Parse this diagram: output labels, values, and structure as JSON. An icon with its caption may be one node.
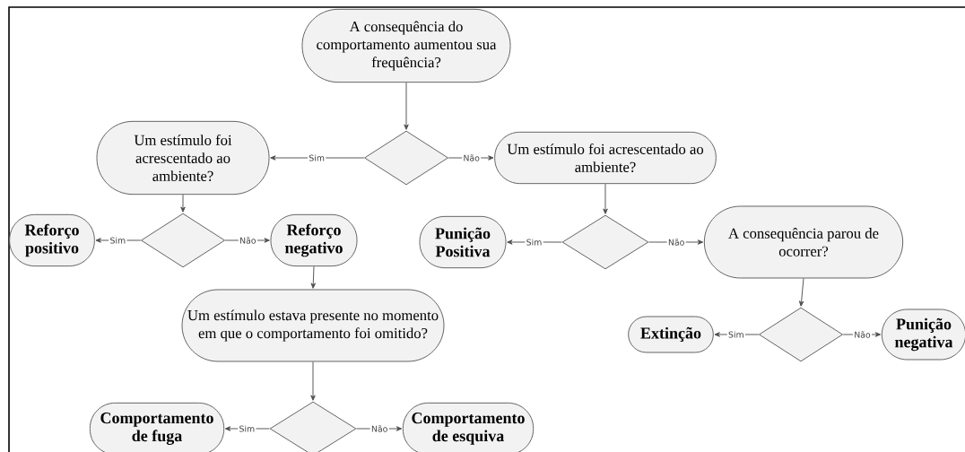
{
  "diagram": {
    "nodes": [
      {
        "text": [
          "A consequência do comportamento aumentou sua frequência?"
        ]
      },
      {
        "text": [],
        "shape": "diamond"
      },
      {
        "text": [
          "Um estímulo foi acrescentado ao ambiente?"
        ]
      },
      {
        "text": [
          "Um estímulo foi acrescentado ao ambiente?"
        ]
      },
      {
        "text": [],
        "shape": "diamond"
      },
      {
        "text": [
          "Reforço positivo"
        ]
      },
      {
        "text": [
          "Reforço negativo"
        ]
      },
      {
        "text": [],
        "shape": "diamond"
      },
      {
        "text": [
          "Punição Positiva"
        ]
      },
      {
        "text": [
          "A consequência parou de ocorrer?"
        ]
      },
      {
        "text": [
          "Um estímulo estava presente no momento em que o comportamento foi omitido?"
        ]
      },
      {
        "text": [],
        "shape": "diamond"
      },
      {
        "text": [
          "Extinção"
        ]
      },
      {
        "text": [
          "Punição negativa"
        ]
      },
      {
        "text": [],
        "shape": "diamond"
      },
      {
        "text": [
          "Comportamento de fuga"
        ]
      },
      {
        "text": [
          "Comportamento de esquiva"
        ]
      }
    ],
    "edges": [
      {
        "from": 0,
        "to": 1,
        "arrow": "to"
      },
      {
        "from": 1,
        "to": 2,
        "arrow": "to",
        "label": "Sim"
      },
      {
        "from": 1,
        "to": 3,
        "arrow": "to",
        "label": "Não"
      },
      {
        "from": 2,
        "to": 4,
        "arrow": "to"
      },
      {
        "from": 4,
        "to": 5,
        "arrow": "to",
        "label": "Sim"
      },
      {
        "from": 4,
        "to": 6,
        "arrow": "to",
        "label": "Não"
      },
      {
        "from": 3,
        "to": 7,
        "arrow": "to"
      },
      {
        "from": 7,
        "to": 8,
        "arrow": "to",
        "label": "Sim"
      },
      {
        "from": 7,
        "to": 9,
        "arrow": "to",
        "label": "Não"
      },
      {
        "from": 6,
        "to": 10,
        "arrow": "to"
      },
      {
        "from": 9,
        "to": 11,
        "arrow": "to"
      },
      {
        "from": 11,
        "to": 12,
        "arrow": "to",
        "label": "Sim"
      },
      {
        "from": 11,
        "to": 13,
        "arrow": "to",
        "label": "Não"
      },
      {
        "from": 10,
        "to": 14,
        "arrow": "to"
      },
      {
        "from": 14,
        "to": 15,
        "arrow": "to",
        "label": "Sim"
      },
      {
        "from": 14,
        "to": 16,
        "arrow": "to",
        "label": "Não"
      }
    ]
  }
}
